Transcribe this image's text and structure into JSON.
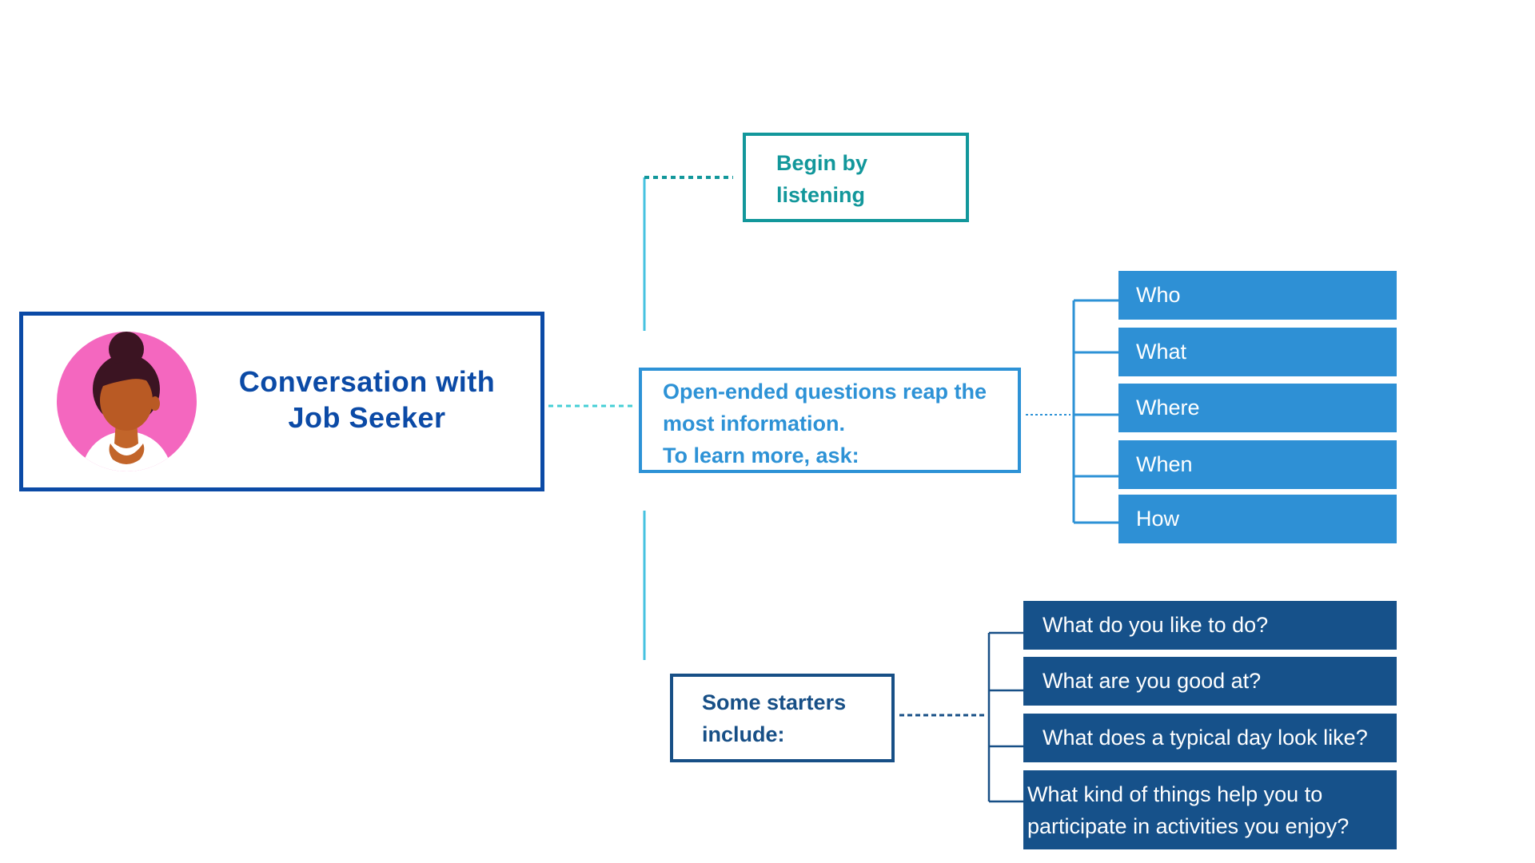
{
  "root": {
    "title_line1": "Conversation with",
    "title_line2": "Job Seeker"
  },
  "begin": {
    "line1": "Begin by",
    "line2": "listening"
  },
  "open_ended": {
    "line1": "Open-ended questions reap the",
    "line2": "most information.",
    "line3": "To learn more, ask:"
  },
  "question_words": [
    "Who",
    "What",
    "Where",
    "When",
    "How"
  ],
  "starters": {
    "line1": "Some starters",
    "line2": "include:",
    "items": [
      "What do you like to do?",
      "What are you good at?",
      "What does a typical day look like?"
    ],
    "last_item_line1": "What kind of things help you to",
    "last_item_line2": "participate in activities you enjoy?"
  },
  "colors": {
    "root": "#0b4aa6",
    "begin": "#12979b",
    "open": "#2d92d6",
    "starters": "#174f86",
    "connector_light": "#45c2e0",
    "avatar_bg": "#f467bf"
  },
  "icons": {
    "avatar": "person-avatar-icon"
  }
}
